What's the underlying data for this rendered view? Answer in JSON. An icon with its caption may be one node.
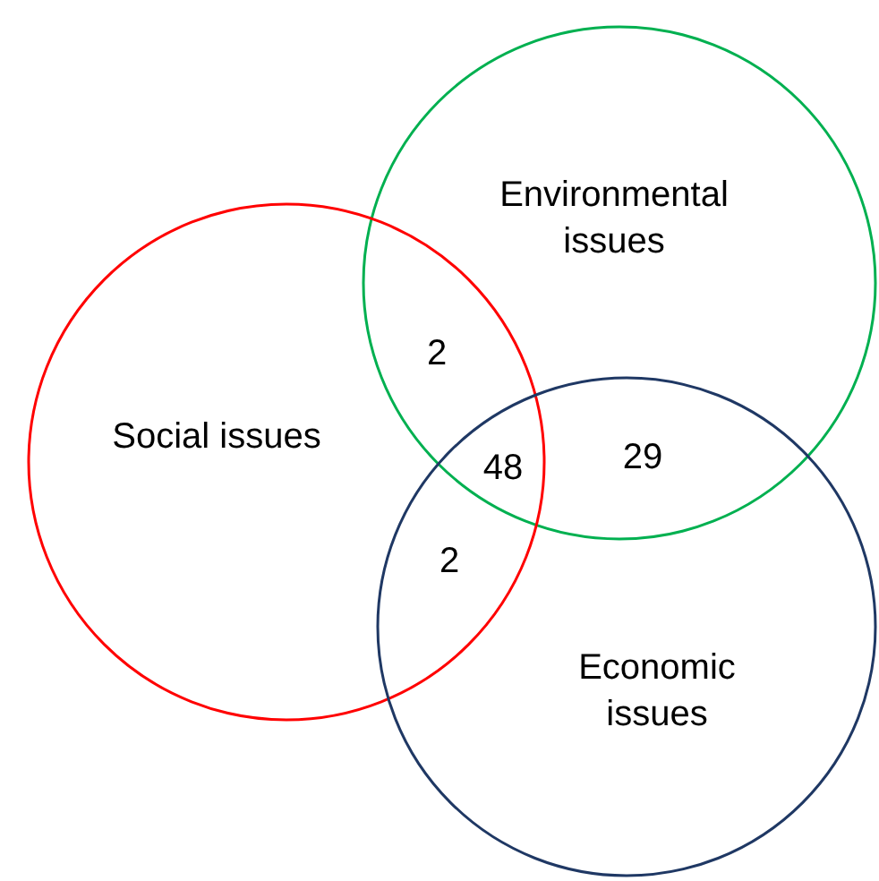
{
  "diagram": {
    "nodes": [
      {
        "text": [
          "Environmental issues"
        ]
      },
      {
        "text": [
          "Social issues"
        ]
      },
      {
        "text": [
          "Economic issues"
        ]
      }
    ],
    "labels": [
      "2",
      "48",
      "29",
      "2"
    ]
  }
}
